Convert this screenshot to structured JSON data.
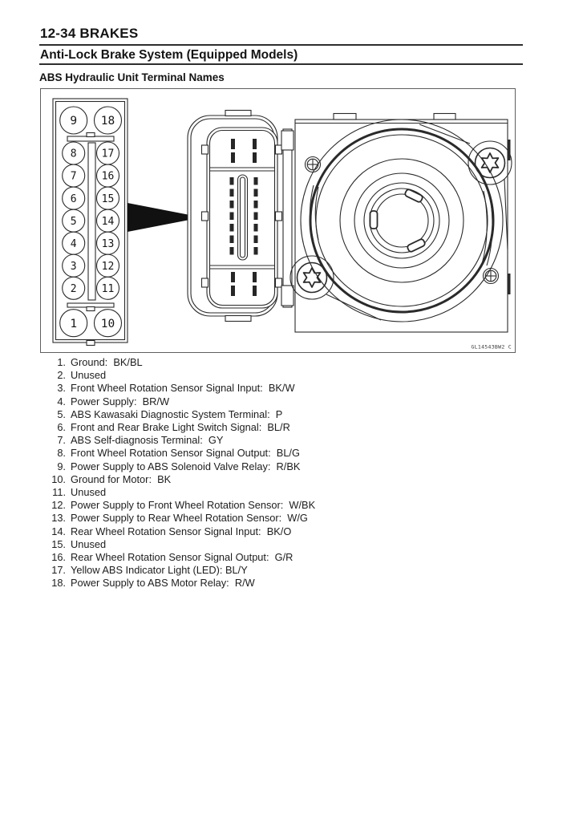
{
  "page": {
    "chapter_title": "12-34 BRAKES",
    "section_title": "Anti-Lock Brake System (Equipped Models)",
    "subsection_title": "ABS Hydraulic Unit Terminal Names"
  },
  "figure": {
    "drawing_code": "GL14543BW2 C",
    "connector_pins": [
      [
        "9",
        "18"
      ],
      [
        "8",
        "17"
      ],
      [
        "7",
        "16"
      ],
      [
        "6",
        "15"
      ],
      [
        "5",
        "14"
      ],
      [
        "4",
        "13"
      ],
      [
        "3",
        "12"
      ],
      [
        "2",
        "11"
      ],
      [
        "1",
        "10"
      ]
    ]
  },
  "terminals": [
    {
      "num": "1.",
      "text": "Ground:  BK/BL"
    },
    {
      "num": "2.",
      "text": "Unused"
    },
    {
      "num": "3.",
      "text": "Front Wheel Rotation Sensor Signal Input:  BK/W"
    },
    {
      "num": "4.",
      "text": "Power Supply:  BR/W"
    },
    {
      "num": "5.",
      "text": "ABS Kawasaki Diagnostic System Terminal:  P"
    },
    {
      "num": "6.",
      "text": "Front and Rear Brake Light Switch Signal:  BL/R"
    },
    {
      "num": "7.",
      "text": "ABS Self-diagnosis Terminal:  GY"
    },
    {
      "num": "8.",
      "text": "Front Wheel Rotation Sensor Signal Output:  BL/G"
    },
    {
      "num": "9.",
      "text": "Power Supply to ABS Solenoid Valve Relay:  R/BK"
    },
    {
      "num": "10.",
      "text": "Ground for Motor:  BK"
    },
    {
      "num": "11.",
      "text": "Unused"
    },
    {
      "num": "12.",
      "text": "Power Supply to Front Wheel Rotation Sensor:  W/BK"
    },
    {
      "num": "13.",
      "text": "Power Supply to Rear Wheel Rotation Sensor:  W/G"
    },
    {
      "num": "14.",
      "text": "Rear Wheel Rotation Sensor Signal Input:  BK/O"
    },
    {
      "num": "15.",
      "text": "Unused"
    },
    {
      "num": "16.",
      "text": "Rear Wheel Rotation Sensor Signal Output:  G/R"
    },
    {
      "num": "17.",
      "text": "Yellow ABS Indicator Light (LED): BL/Y"
    },
    {
      "num": "18.",
      "text": "Power Supply to ABS Motor Relay:  R/W"
    }
  ]
}
